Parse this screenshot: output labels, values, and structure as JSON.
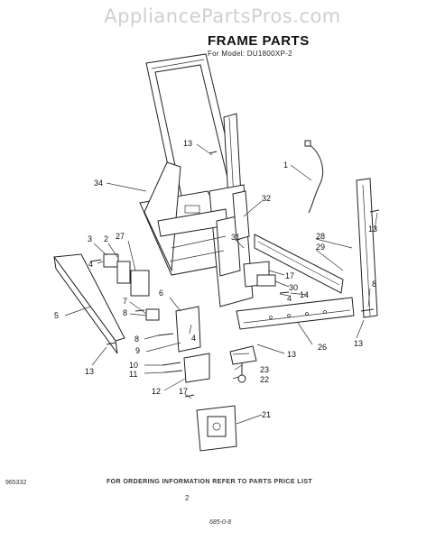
{
  "watermark": "AppliancePartsPros.com",
  "header": {
    "title": "FRAME PARTS",
    "model": "For Model: DU1800XP-2"
  },
  "footer": {
    "doc_number": "965332",
    "ordering_note": "FOR ORDERING INFORMATION REFER TO PARTS PRICE LIST",
    "page": "2",
    "code": "685-0-8"
  },
  "callouts": {
    "c1": "1",
    "c2": "2",
    "c3": "3",
    "c4a": "4",
    "c4b": "4",
    "c4c": "4",
    "c5": "5",
    "c6": "6",
    "c7": "7",
    "c8a": "8",
    "c8b": "8",
    "c8c": "8",
    "c9": "9",
    "c10": "10",
    "c11": "11",
    "c12": "12",
    "c13a": "13",
    "c13b": "13",
    "c13c": "13",
    "c13d": "13",
    "c13e": "13",
    "c14": "14",
    "c17a": "17",
    "c17b": "17",
    "c21": "21",
    "c22": "22",
    "c23": "23",
    "c26": "26",
    "c27": "27",
    "c28": "28",
    "c29": "29",
    "c30": "30",
    "c31": "31",
    "c32": "32",
    "c34": "34"
  }
}
